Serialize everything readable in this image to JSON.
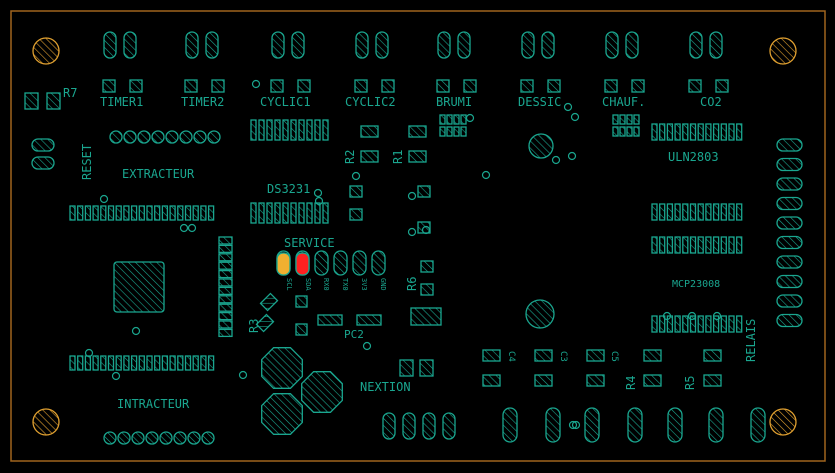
{
  "board": {
    "colors": {
      "background": "#000000",
      "outline": "#a0641e",
      "silkscreen": "#1aa68f",
      "mount_hole": "#e0a030",
      "led_yellow": "#f0b030",
      "led_red": "#ff2020"
    },
    "labels": {
      "r7": "R7",
      "timer1": "TIMER1",
      "timer2": "TIMER2",
      "cyclic1": "CYCLIC1",
      "cyclic2": "CYCLIC2",
      "brumi": "BRUMI",
      "dessic": "DESSIC",
      "chauf": "CHAUF.",
      "co2": "CO2",
      "reset": "RESET",
      "extracteur": "EXTRACTEUR",
      "r2": "R2",
      "r1": "R1",
      "uln2803": "ULN2803",
      "ds3231": "DS3231",
      "service": "SERVICE",
      "scl": "SCL",
      "sda": "SDA",
      "rx0": "RX0",
      "tx0": "TX0",
      "v3": "3V3",
      "gnd": "GND",
      "r6": "R6",
      "mcp23008": "MCP23008",
      "r3": "R3",
      "pc2": "PC2",
      "c4": "C4",
      "c3": "C3",
      "c5": "C5",
      "relais": "RELAIS",
      "r4": "R4",
      "r5": "R5",
      "nextion": "NEXTION",
      "intracteur": "INTRACTEUR"
    }
  }
}
